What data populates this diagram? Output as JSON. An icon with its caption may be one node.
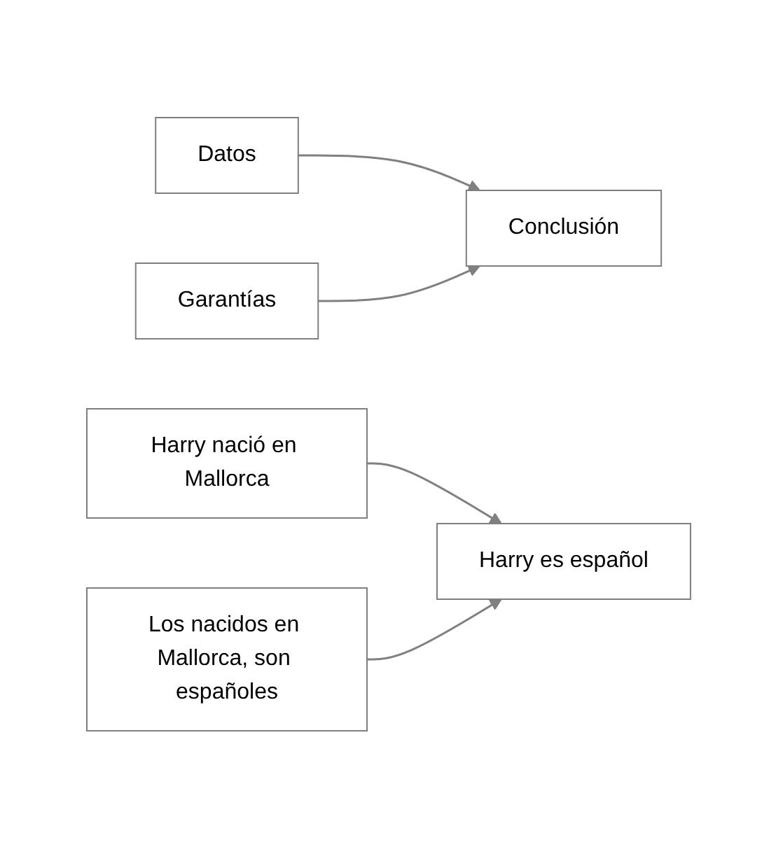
{
  "diagram": {
    "nodes": [
      {
        "text": [
          "Garantías"
        ]
      },
      {
        "text": [
          "Datos"
        ]
      },
      {
        "text": [
          "Conclusión"
        ]
      },
      {
        "text": [
          "Los nacidos en Mallorca, son españoles"
        ]
      },
      {
        "text": [
          "Harry nació en Mallorca"
        ]
      },
      {
        "text": [
          "Harry es español"
        ]
      }
    ],
    "edges": [
      {
        "from": 1,
        "to": 2,
        "arrow": "to"
      },
      {
        "from": 0,
        "to": 2,
        "arrow": "to"
      },
      {
        "from": 4,
        "to": 5,
        "arrow": "to"
      },
      {
        "from": 3,
        "to": 5,
        "arrow": "to"
      }
    ]
  }
}
